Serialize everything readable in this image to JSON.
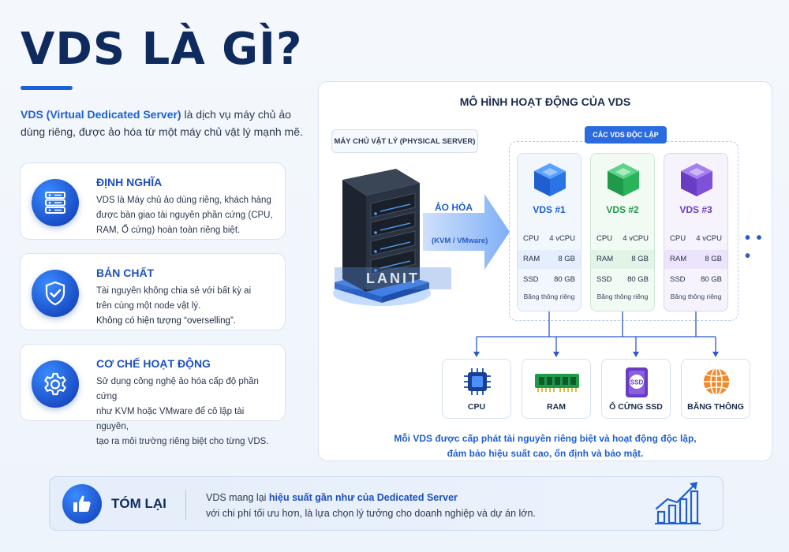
{
  "header": {
    "title": "VDS LÀ GÌ?",
    "intro_highlight": "VDS (Virtual Dedicated Server)",
    "intro_rest_1": " là dịch vụ máy chủ ảo",
    "intro_rest_2": "dùng riêng, được ảo hóa từ một máy chủ vật lý mạnh mẽ."
  },
  "cards": [
    {
      "title": "ĐỊNH NGHĨA",
      "icon": "server-icon",
      "lines": [
        "VDS là Máy chủ ảo dùng riêng, khách hàng",
        "được bàn giao tài nguyên phần cứng (CPU,",
        "RAM, Ổ cứng) hoàn toàn riêng biệt."
      ]
    },
    {
      "title": "BẢN CHẤT",
      "icon": "shield-check-icon",
      "lines": [
        "Tài nguyên không chia sẻ với bất kỳ ai",
        "trên cùng một node vật lý.",
        "Không có hiện tượng “overselling”."
      ]
    },
    {
      "title": "CƠ CHẾ HOẠT ĐỘNG",
      "icon": "gear-icon",
      "lines": [
        "Sử dụng công nghệ ảo hóa cấp độ phần cứng",
        "như KVM hoặc VMware để cô lập tài nguyên,",
        "tạo ra môi trường riêng biệt cho từng VDS."
      ]
    }
  ],
  "diagram": {
    "title": "MÔ HÌNH HOẠT ĐỘNG CỦA VDS",
    "physical_label": "MÁY CHỦ VẬT LÝ (PHYSICAL SERVER)",
    "arrow_label": "ẢO HÓA",
    "arrow_sublabel": "(KVM / VMware)",
    "watermark": "LANIT",
    "group_label": "CÁC VDS ĐỘC LẬP",
    "more": "• • •",
    "vds": [
      {
        "name": "VDS #1",
        "color": "#1f5fd1",
        "cpu_k": "CPU",
        "cpu": "4 vCPU",
        "ram_k": "RAM",
        "ram": "8 GB",
        "ssd_k": "SSD",
        "ssd": "80 GB",
        "foot": "Băng thông riêng"
      },
      {
        "name": "VDS #2",
        "color": "#1f9a4a",
        "cpu_k": "CPU",
        "cpu": "4 vCPU",
        "ram_k": "RAM",
        "ram": "8 GB",
        "ssd_k": "SSD",
        "ssd": "80 GB",
        "foot": "Băng thông riêng"
      },
      {
        "name": "VDS #3",
        "color": "#6a3cc4",
        "cpu_k": "CPU",
        "cpu": "4 vCPU",
        "ram_k": "RAM",
        "ram": "8 GB",
        "ssd_k": "SSD",
        "ssd": "80 GB",
        "foot": "Băng thông riêng"
      }
    ],
    "resources": [
      {
        "label": "CPU",
        "icon": "cpu-chip-icon"
      },
      {
        "label": "RAM",
        "icon": "ram-module-icon"
      },
      {
        "label": "Ổ CỨNG SSD",
        "icon": "ssd-icon"
      },
      {
        "label": "BĂNG THÔNG",
        "icon": "globe-icon"
      }
    ],
    "ssd_icon_text": "SSD",
    "caption_1": "Mỗi VDS được cấp phát tài nguyên riêng biệt và hoạt động độc lập,",
    "caption_2": "đảm bảo hiệu suất cao, ổn định và bảo mật."
  },
  "summary": {
    "title": "TÓM LẠI",
    "text_pre": "VDS mang lại ",
    "text_highlight": "hiệu suất gần như của Dedicated Server",
    "text_line2": "với chi phí tối ưu hơn, là lựa chọn lý tưởng cho doanh nghiệp và dự án lớn."
  },
  "colors": {
    "primary": "#1d5fd6",
    "navy": "#0f2a5c",
    "green": "#1f9a4a",
    "purple": "#6a3cc4",
    "orange": "#f08a2c"
  }
}
